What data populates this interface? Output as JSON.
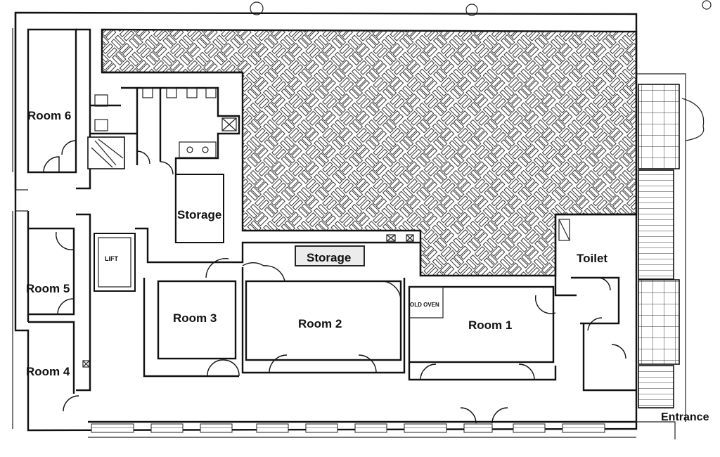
{
  "plan": {
    "rooms": {
      "room6": "Room 6",
      "room5": "Room 5",
      "room4": "Room 4",
      "room3": "Room 3",
      "room2": "Room 2",
      "room1": "Room 1"
    },
    "labels": {
      "storage_upper": "Storage",
      "storage_lower": "Storage",
      "toilet": "Toilet",
      "lift": "LIFT",
      "old_oven": "OLD OVEN",
      "entrance": "Entrance"
    },
    "colors": {
      "ink": "#111111",
      "paper": "#ffffff",
      "storage_fill": "#e9e9e9"
    }
  }
}
